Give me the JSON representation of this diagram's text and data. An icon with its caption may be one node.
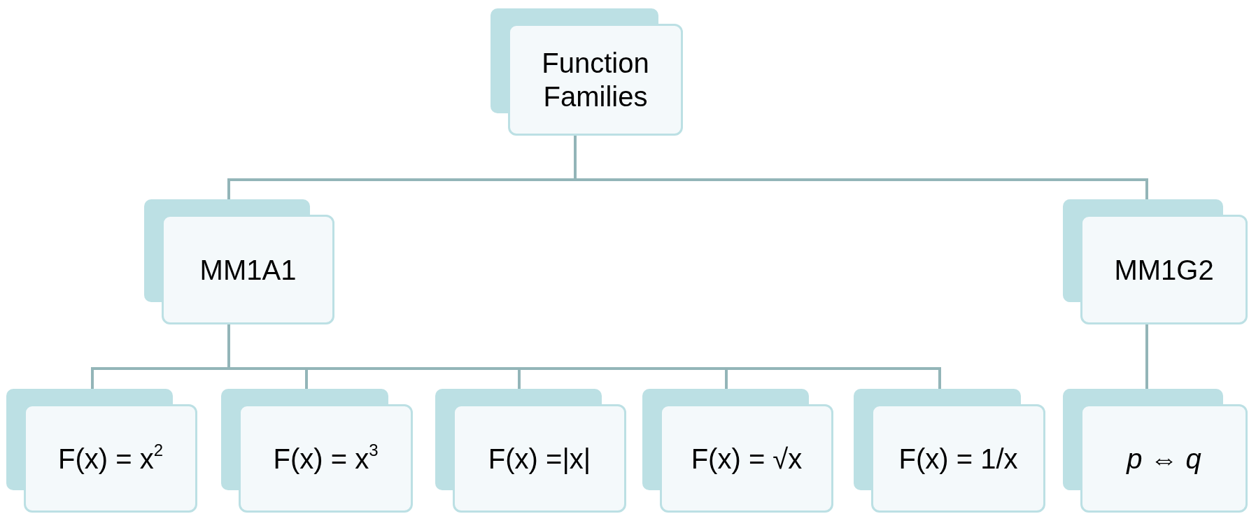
{
  "diagram": {
    "nodes": [
      {
        "text": [
          "Function Families"
        ]
      },
      {
        "text": [
          "MM1A1"
        ]
      },
      {
        "text": [
          "MM1G2"
        ]
      },
      {
        "text": [
          "F(x) = x$^{2}$"
        ]
      },
      {
        "text": [
          "F(x) = x$^{3}$"
        ]
      },
      {
        "text": [
          "F(x) =|x|"
        ]
      },
      {
        "text": [
          "F(x) = √x"
        ]
      },
      {
        "text": [
          "F(x) = 1/x"
        ]
      },
      {
        "text": [
          "*p* ⇔ *q*"
        ]
      }
    ],
    "edges": [
      {
        "from": 0,
        "to": 1,
        "arrow": "none"
      },
      {
        "from": 0,
        "to": 2,
        "arrow": "none"
      },
      {
        "from": 1,
        "to": 3,
        "arrow": "none"
      },
      {
        "from": 1,
        "to": 4,
        "arrow": "none"
      },
      {
        "from": 1,
        "to": 5,
        "arrow": "none"
      },
      {
        "from": 1,
        "to": 6,
        "arrow": "none"
      },
      {
        "from": 1,
        "to": 7,
        "arrow": "none"
      },
      {
        "from": 2,
        "to": 8,
        "arrow": "none"
      }
    ]
  }
}
